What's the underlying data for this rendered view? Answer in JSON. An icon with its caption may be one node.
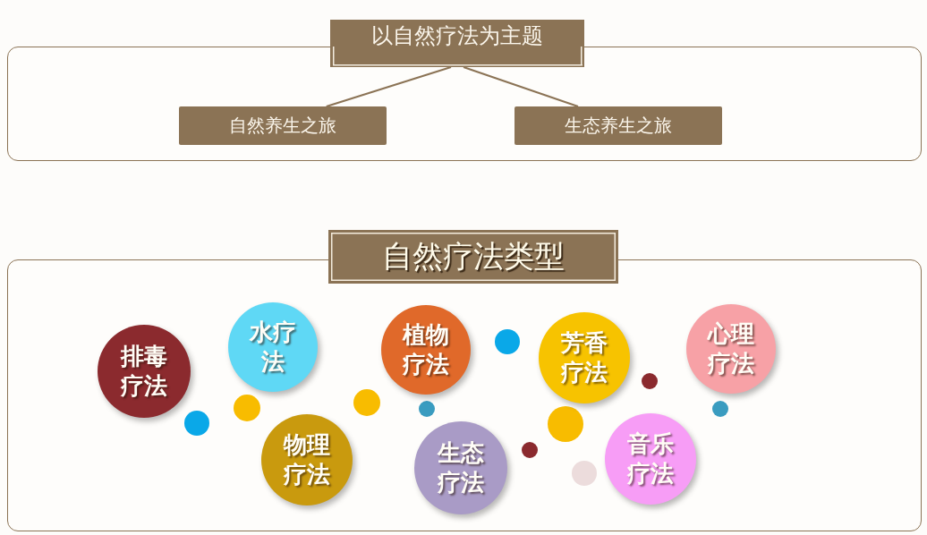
{
  "diagram": {
    "nodes": [
      {
        "text": [
          "以自然疗法为主题"
        ]
      },
      {
        "text": [
          "自然养生之旅"
        ]
      },
      {
        "text": [
          "生态养生之旅"
        ]
      },
      {
        "text": [
          "自然疗法类型"
        ]
      },
      {
        "text": [
          "排毒疗法"
        ]
      },
      {
        "text": [
          "水疗法"
        ]
      },
      {
        "text": [
          "物理疗法"
        ]
      },
      {
        "text": [
          "植物疗法"
        ]
      },
      {
        "text": [
          "生态疗法"
        ]
      },
      {
        "text": [
          "芳香疗法"
        ]
      },
      {
        "text": [
          "音乐疗法"
        ]
      },
      {
        "text": [
          "心理疗法"
        ]
      }
    ],
    "edges": [
      {
        "from": 0,
        "to": 1,
        "arrow": "none"
      },
      {
        "from": 0,
        "to": 2,
        "arrow": "none"
      }
    ]
  }
}
